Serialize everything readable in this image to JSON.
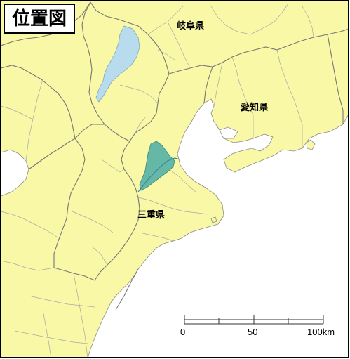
{
  "map": {
    "title": "位置図",
    "labels": {
      "gifu": "岐阜県",
      "aichi": "愛知県",
      "mie": "三重県"
    },
    "scale_bar": {
      "tick_0": "0",
      "tick_50": "50",
      "tick_100": "100km"
    },
    "colors": {
      "land": "#f9f8a6",
      "sea": "#ffffff",
      "lake": "#b8dcee",
      "highlight_area": "#66b8a6",
      "prefecture_border": "#777777",
      "municipal_border": "#a8a8a8"
    }
  }
}
